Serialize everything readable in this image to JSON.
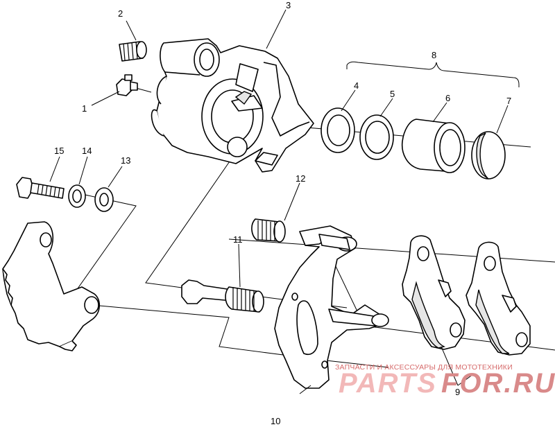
{
  "callouts": {
    "c1": "1",
    "c2": "2",
    "c3": "3",
    "c4": "4",
    "c5": "5",
    "c6": "6",
    "c7": "7",
    "c8": "8",
    "c9": "9",
    "c10": "10",
    "c11": "11",
    "c12": "12",
    "c13": "13",
    "c14": "14",
    "c15": "15"
  },
  "watermark": {
    "caption": "ЗАПЧАСТИ И АКСЕССУАРЫ ДЛЯ МОТОТЕХНИКИ",
    "brand_left": "PARTS",
    "brand_right": "FOR.RU"
  },
  "colors": {
    "line": "#000000",
    "watermark_caption": "#d66a6a",
    "watermark_brand": "#f2b8b8"
  }
}
